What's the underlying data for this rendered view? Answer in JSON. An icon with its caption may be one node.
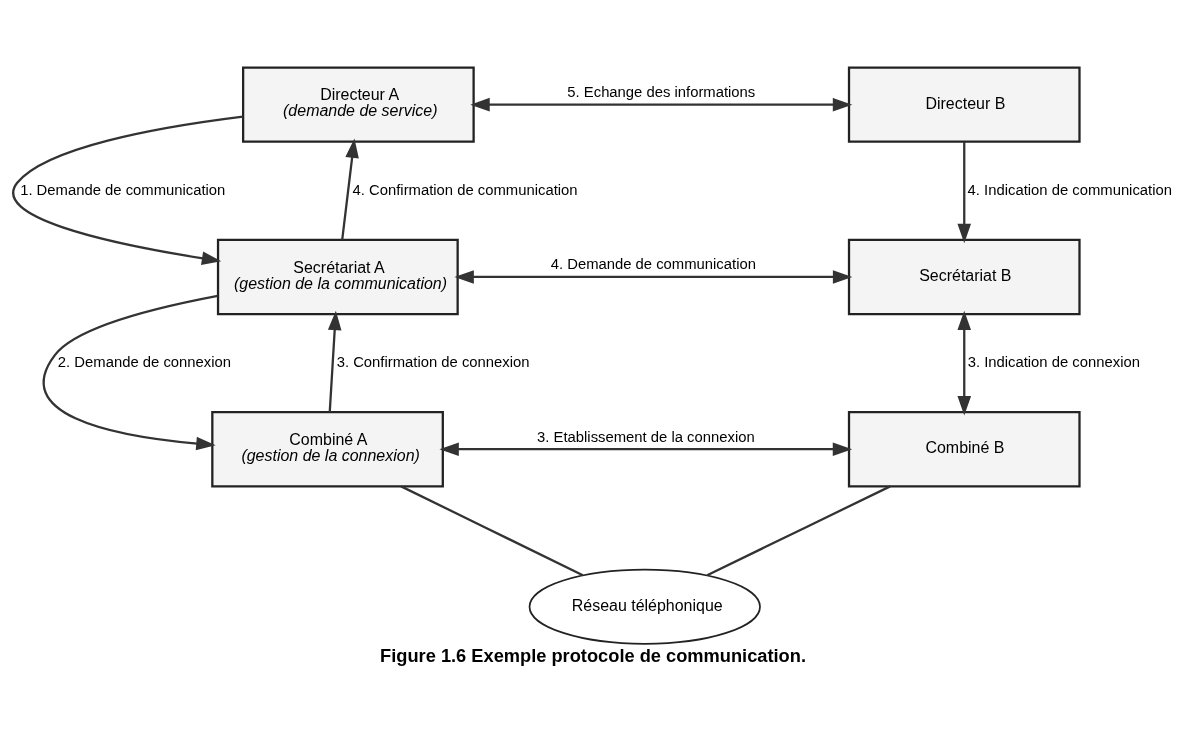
{
  "diagram": {
    "caption": "Figure 1.6 Exemple protocole de communication.",
    "nodes": [
      {
        "text": [
          "Directeur A",
          "(demande de service)"
        ]
      },
      {
        "text": [
          "Secrétariat A",
          "(gestion de la communication)"
        ]
      },
      {
        "text": [
          "Combiné A",
          "(gestion de la connexion)"
        ]
      },
      {
        "text": [
          "Directeur B"
        ]
      },
      {
        "text": [
          "Secrétariat B"
        ]
      },
      {
        "text": [
          "Combiné B"
        ]
      },
      {
        "text": [
          "Réseau téléphonique"
        ]
      }
    ],
    "edges": [
      {
        "from": 0,
        "to": 1,
        "arrow": "to",
        "label": "1. Demande de communication"
      },
      {
        "from": 1,
        "to": 0,
        "arrow": "to",
        "label": "4. Confirmation de communication"
      },
      {
        "from": 0,
        "to": 3,
        "arrow": "both",
        "label": "5. Echange des informations"
      },
      {
        "from": 3,
        "to": 4,
        "arrow": "to",
        "label": "4. Indication de communication"
      },
      {
        "from": 1,
        "to": 4,
        "arrow": "both",
        "label": "4. Demande de communication"
      },
      {
        "from": 1,
        "to": 2,
        "arrow": "to",
        "label": "2. Demande de connexion"
      },
      {
        "from": 2,
        "to": 1,
        "arrow": "to",
        "label": "3. Confirmation de connexion"
      },
      {
        "from": 4,
        "to": 5,
        "arrow": "both",
        "label": "3. Indication de connexion"
      },
      {
        "from": 2,
        "to": 5,
        "arrow": "both",
        "label": "3. Etablissement de la connexion"
      },
      {
        "from": 2,
        "to": 6,
        "arrow": "none"
      },
      {
        "from": 5,
        "to": 6,
        "arrow": "none"
      }
    ]
  }
}
